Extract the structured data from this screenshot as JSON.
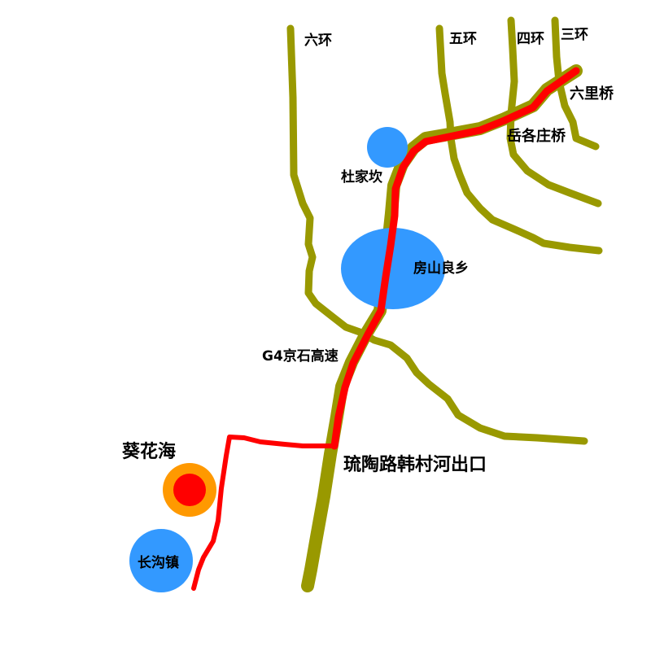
{
  "colors": {
    "road": "#999900",
    "route": "#ff0000",
    "route_glow": "#ff6666",
    "place": "#3399ff",
    "marker_outer": "#ff9900",
    "marker_inner": "#ff0000",
    "background": "#ffffff"
  },
  "labels": {
    "ring6": "六环",
    "ring5": "五环",
    "ring4": "四环",
    "ring3": "三环",
    "liulijiao": "六里桥",
    "yuegezhuang": "岳各庄桥",
    "dujiakan": "杜家坎",
    "fangshan": "房山良乡",
    "g4": "G4京石高速",
    "kuihuahai": "葵花海",
    "exit": "琉陶路韩村河出口",
    "changgou": "长沟镇"
  }
}
